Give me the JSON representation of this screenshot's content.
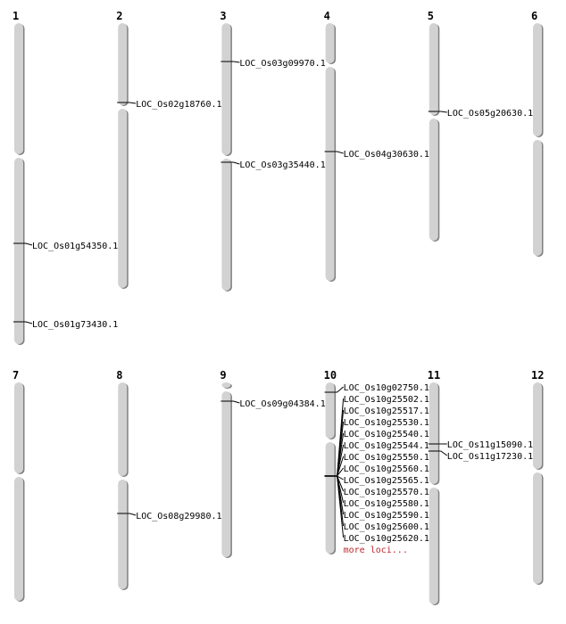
{
  "colors": {
    "chromosome": "#d2d2d2",
    "shadow": "#808080",
    "marker": "#000000",
    "more_loci": "#c0282d"
  },
  "chromosomes": [
    {
      "label": "1",
      "loci": [
        "LOC_Os01g54350.1",
        "LOC_Os01g73430.1"
      ]
    },
    {
      "label": "2",
      "loci": [
        "LOC_Os02g18760.1"
      ]
    },
    {
      "label": "3",
      "loci": [
        "LOC_Os03g09970.1",
        "LOC_Os03g35440.1"
      ]
    },
    {
      "label": "4",
      "loci": [
        "LOC_Os04g30630.1"
      ]
    },
    {
      "label": "5",
      "loci": [
        "LOC_Os05g20630.1"
      ]
    },
    {
      "label": "6",
      "loci": []
    },
    {
      "label": "7",
      "loci": []
    },
    {
      "label": "8",
      "loci": [
        "LOC_Os08g29980.1"
      ]
    },
    {
      "label": "9",
      "loci": [
        "LOC_Os09g04384.1"
      ]
    },
    {
      "label": "10",
      "loci": [
        "LOC_Os10g02750.1",
        "LOC_Os10g25502.1",
        "LOC_Os10g25517.1",
        "LOC_Os10g25530.1",
        "LOC_Os10g25540.1",
        "LOC_Os10g25544.1",
        "LOC_Os10g25550.1",
        "LOC_Os10g25560.1",
        "LOC_Os10g25565.1",
        "LOC_Os10g25570.1",
        "LOC_Os10g25580.1",
        "LOC_Os10g25590.1",
        "LOC_Os10g25600.1",
        "LOC_Os10g25620.1"
      ],
      "more_label": "more loci..."
    },
    {
      "label": "11",
      "loci": [
        "LOC_Os11g15090.1",
        "LOC_Os11g17230.1"
      ]
    },
    {
      "label": "12",
      "loci": []
    }
  ]
}
